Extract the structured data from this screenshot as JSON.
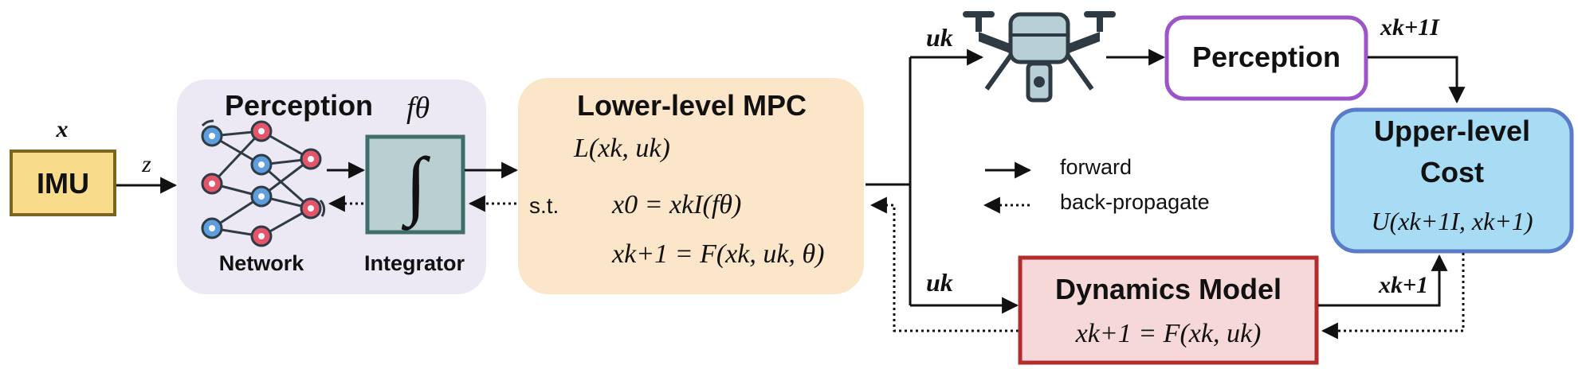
{
  "imu": {
    "label": "IMU",
    "input_symbol": "x",
    "output_symbol": "z"
  },
  "perception_block": {
    "title": "Perception",
    "param_symbol": "fθ",
    "network_label": "Network",
    "integrator_label": "Integrator",
    "integrator_glyph": "∫"
  },
  "mpc": {
    "title": "Lower-level MPC",
    "objective": "L(xk, uk)",
    "st_label": "s.t.",
    "constraint_1": "x0 = xkI(fθ)",
    "constraint_2": "xk+1 = F(xk, uk, θ)"
  },
  "top_branch": {
    "input_symbol": "uk",
    "perception_label": "Perception",
    "perception_output_symbol": "xk+1I"
  },
  "bottom_branch": {
    "input_symbol": "uk",
    "dynamics_title": "Dynamics Model",
    "dynamics_equation": "xk+1 = F(xk, uk)",
    "dynamics_output_symbol": "xk+1"
  },
  "upper_cost": {
    "title_line1": "Upper-level",
    "title_line2": "Cost",
    "equation": "U(xk+1I, xk+1)"
  },
  "legend": {
    "forward_label": "forward",
    "backprop_label": "back-propagate"
  },
  "colors": {
    "imu_fill": "#f9dc8b",
    "imu_stroke": "#7a6520",
    "perception_bg": "#ece9f5",
    "integrator_fill": "#b9cfd0",
    "integrator_stroke": "#3f6e6d",
    "mpc_fill": "#fbe6c9",
    "perception_box_stroke": "#9c55c9",
    "upper_fill": "#a8dcf5",
    "upper_stroke": "#5a7bc7",
    "dynamics_fill": "#f6d8d8",
    "dynamics_stroke": "#b52c2c",
    "node_red": "#e4556b",
    "node_blue": "#5f9ede",
    "drone_body": "#b8cfd6",
    "drone_dark": "#2e3b45"
  }
}
